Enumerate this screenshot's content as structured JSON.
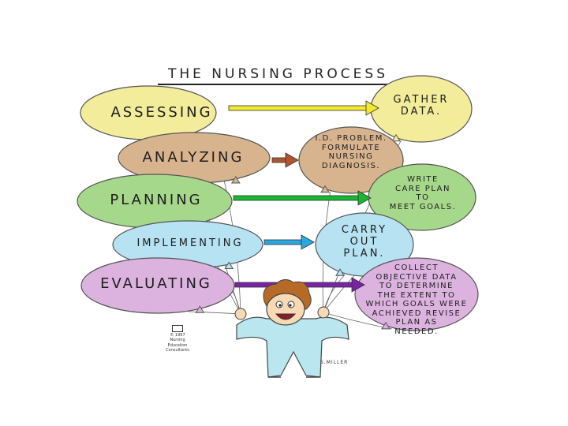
{
  "title": "THE NURSING PROCESS",
  "steps": [
    {
      "label": "ASSESSING",
      "color": "#f3ec9a"
    },
    {
      "label": "ANALYZING",
      "color": "#d8b48e"
    },
    {
      "label": "PLANNING",
      "color": "#a6d88b"
    },
    {
      "label": "IMPLEMENTING",
      "color": "#b6e2f2"
    },
    {
      "label": "EVALUATING",
      "color": "#dcb3df"
    }
  ],
  "outcomes": [
    {
      "lines": [
        "GATHER",
        "DATA."
      ],
      "color": "#f3ec9a"
    },
    {
      "lines": [
        "I.D. PROBLEM.",
        "FORMULATE",
        "NURSING",
        "DIAGNOSIS."
      ],
      "color": "#d8b48e"
    },
    {
      "lines": [
        "WRITE",
        "CARE PLAN",
        "TO",
        "MEET GOALS."
      ],
      "color": "#a6d88b"
    },
    {
      "lines": [
        "CARRY",
        "OUT",
        "PLAN."
      ],
      "color": "#b6e2f2"
    },
    {
      "lines": [
        "COLLECT",
        "OBJECTIVE DATA",
        "TO DETERMINE",
        "THE EXTENT TO",
        "WHICH GOALS WERE",
        "ACHIEVED REVISE",
        "PLAN AS",
        "NEEDED."
      ],
      "color": "#dcb3df"
    }
  ],
  "arrow_colors": [
    "#f2e830",
    "#b0552e",
    "#19b630",
    "#2aa7de",
    "#7a22a8"
  ],
  "credit": [
    "© 1997",
    "Nursing",
    "Education",
    "Consultants"
  ],
  "signature": "S.MILLER"
}
